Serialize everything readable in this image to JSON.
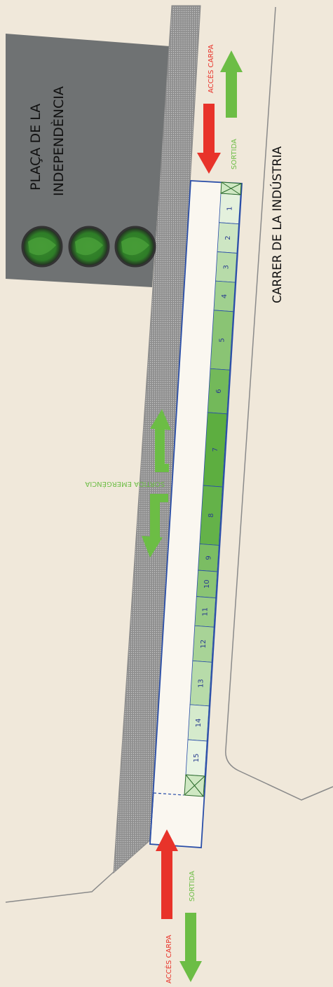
{
  "plaza": {
    "name_line1": "PLAÇA DE LA",
    "name_line2": "INDEPENDÈNCIA"
  },
  "street": {
    "name": "CARRER DE LA INDÚSTRIA"
  },
  "top_arrows": {
    "entry_label": "ACCÈS CARPA",
    "exit_label": "SORTIDA"
  },
  "bottom_arrows": {
    "entry_label": "ACCÈS CARPA",
    "exit_label": "SORTIDA"
  },
  "emergency": {
    "label": "SORTIDA EMERGÈNCIA"
  },
  "stalls": [
    {
      "number": "1",
      "shade": 0.05
    },
    {
      "number": "2",
      "shade": 0.2
    },
    {
      "number": "3",
      "shade": 0.35
    },
    {
      "number": "4",
      "shade": 0.5
    },
    {
      "number": "5",
      "shade": 0.65
    },
    {
      "number": "6",
      "shade": 0.8
    },
    {
      "number": "7",
      "shade": 0.95
    },
    {
      "number": "8",
      "shade": 0.9
    },
    {
      "number": "9",
      "shade": 0.75
    },
    {
      "number": "10",
      "shade": 0.65
    },
    {
      "number": "11",
      "shade": 0.55
    },
    {
      "number": "12",
      "shade": 0.45
    },
    {
      "number": "13",
      "shade": 0.35
    },
    {
      "number": "14",
      "shade": 0.15
    },
    {
      "number": "15",
      "shade": 0.02
    }
  ],
  "colors": {
    "background": "#f0e8da",
    "plaza": "#6f7273",
    "sidewalk": "#9c9c9c",
    "tent_outline": "#2a4ea8",
    "stall_green": "#5fb445",
    "arrow_red": "#e8332a",
    "arrow_green": "#6cbd45",
    "street_line": "#8a8a8a",
    "label_red": "#e8332a",
    "label_green": "#6cbd45"
  }
}
